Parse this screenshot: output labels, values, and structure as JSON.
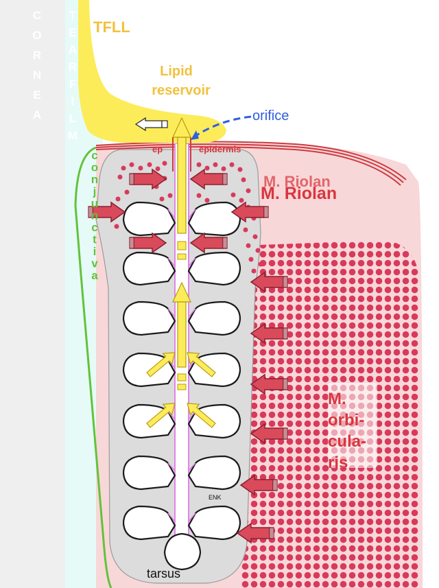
{
  "labels": {
    "cornea": "CORNEA",
    "tear_film": "TEARFILM",
    "tfll": "TFLL",
    "lipid_reservoir_line1": "Lipid",
    "lipid_reservoir_line2": "reservoir",
    "orifice": "orifice",
    "ep": "ep",
    "epidermis": "epidermis",
    "conjunctiva": "conjunctiva",
    "m_riolan": "M. Riolan",
    "m_riolan_shadow": "M. Riolan",
    "m_orbicularis_line1": "M.",
    "m_orbicularis_line2": "orbi-",
    "m_orbicularis_line3": "cula-",
    "m_orbicularis_line4": "ris",
    "enk": "ENK",
    "tarsus": "tarsus"
  },
  "colors": {
    "cornea": "#efefef",
    "tear_film": "#e6fbf8",
    "lipid": "#fcec5a",
    "lipid_text": "#f2c13c",
    "orifice": "#2f5fe0",
    "muscle_text": "#d9363e",
    "muscle_fill": "#f8d7d8",
    "muscle_dots": "#d83a5c",
    "arrow_fill": "#d94a5a",
    "tarsus": "#dcdcdc",
    "conjunctiva": "#62c23a",
    "duct": "#e079e8",
    "epidermis_line": "#cc3a40"
  }
}
